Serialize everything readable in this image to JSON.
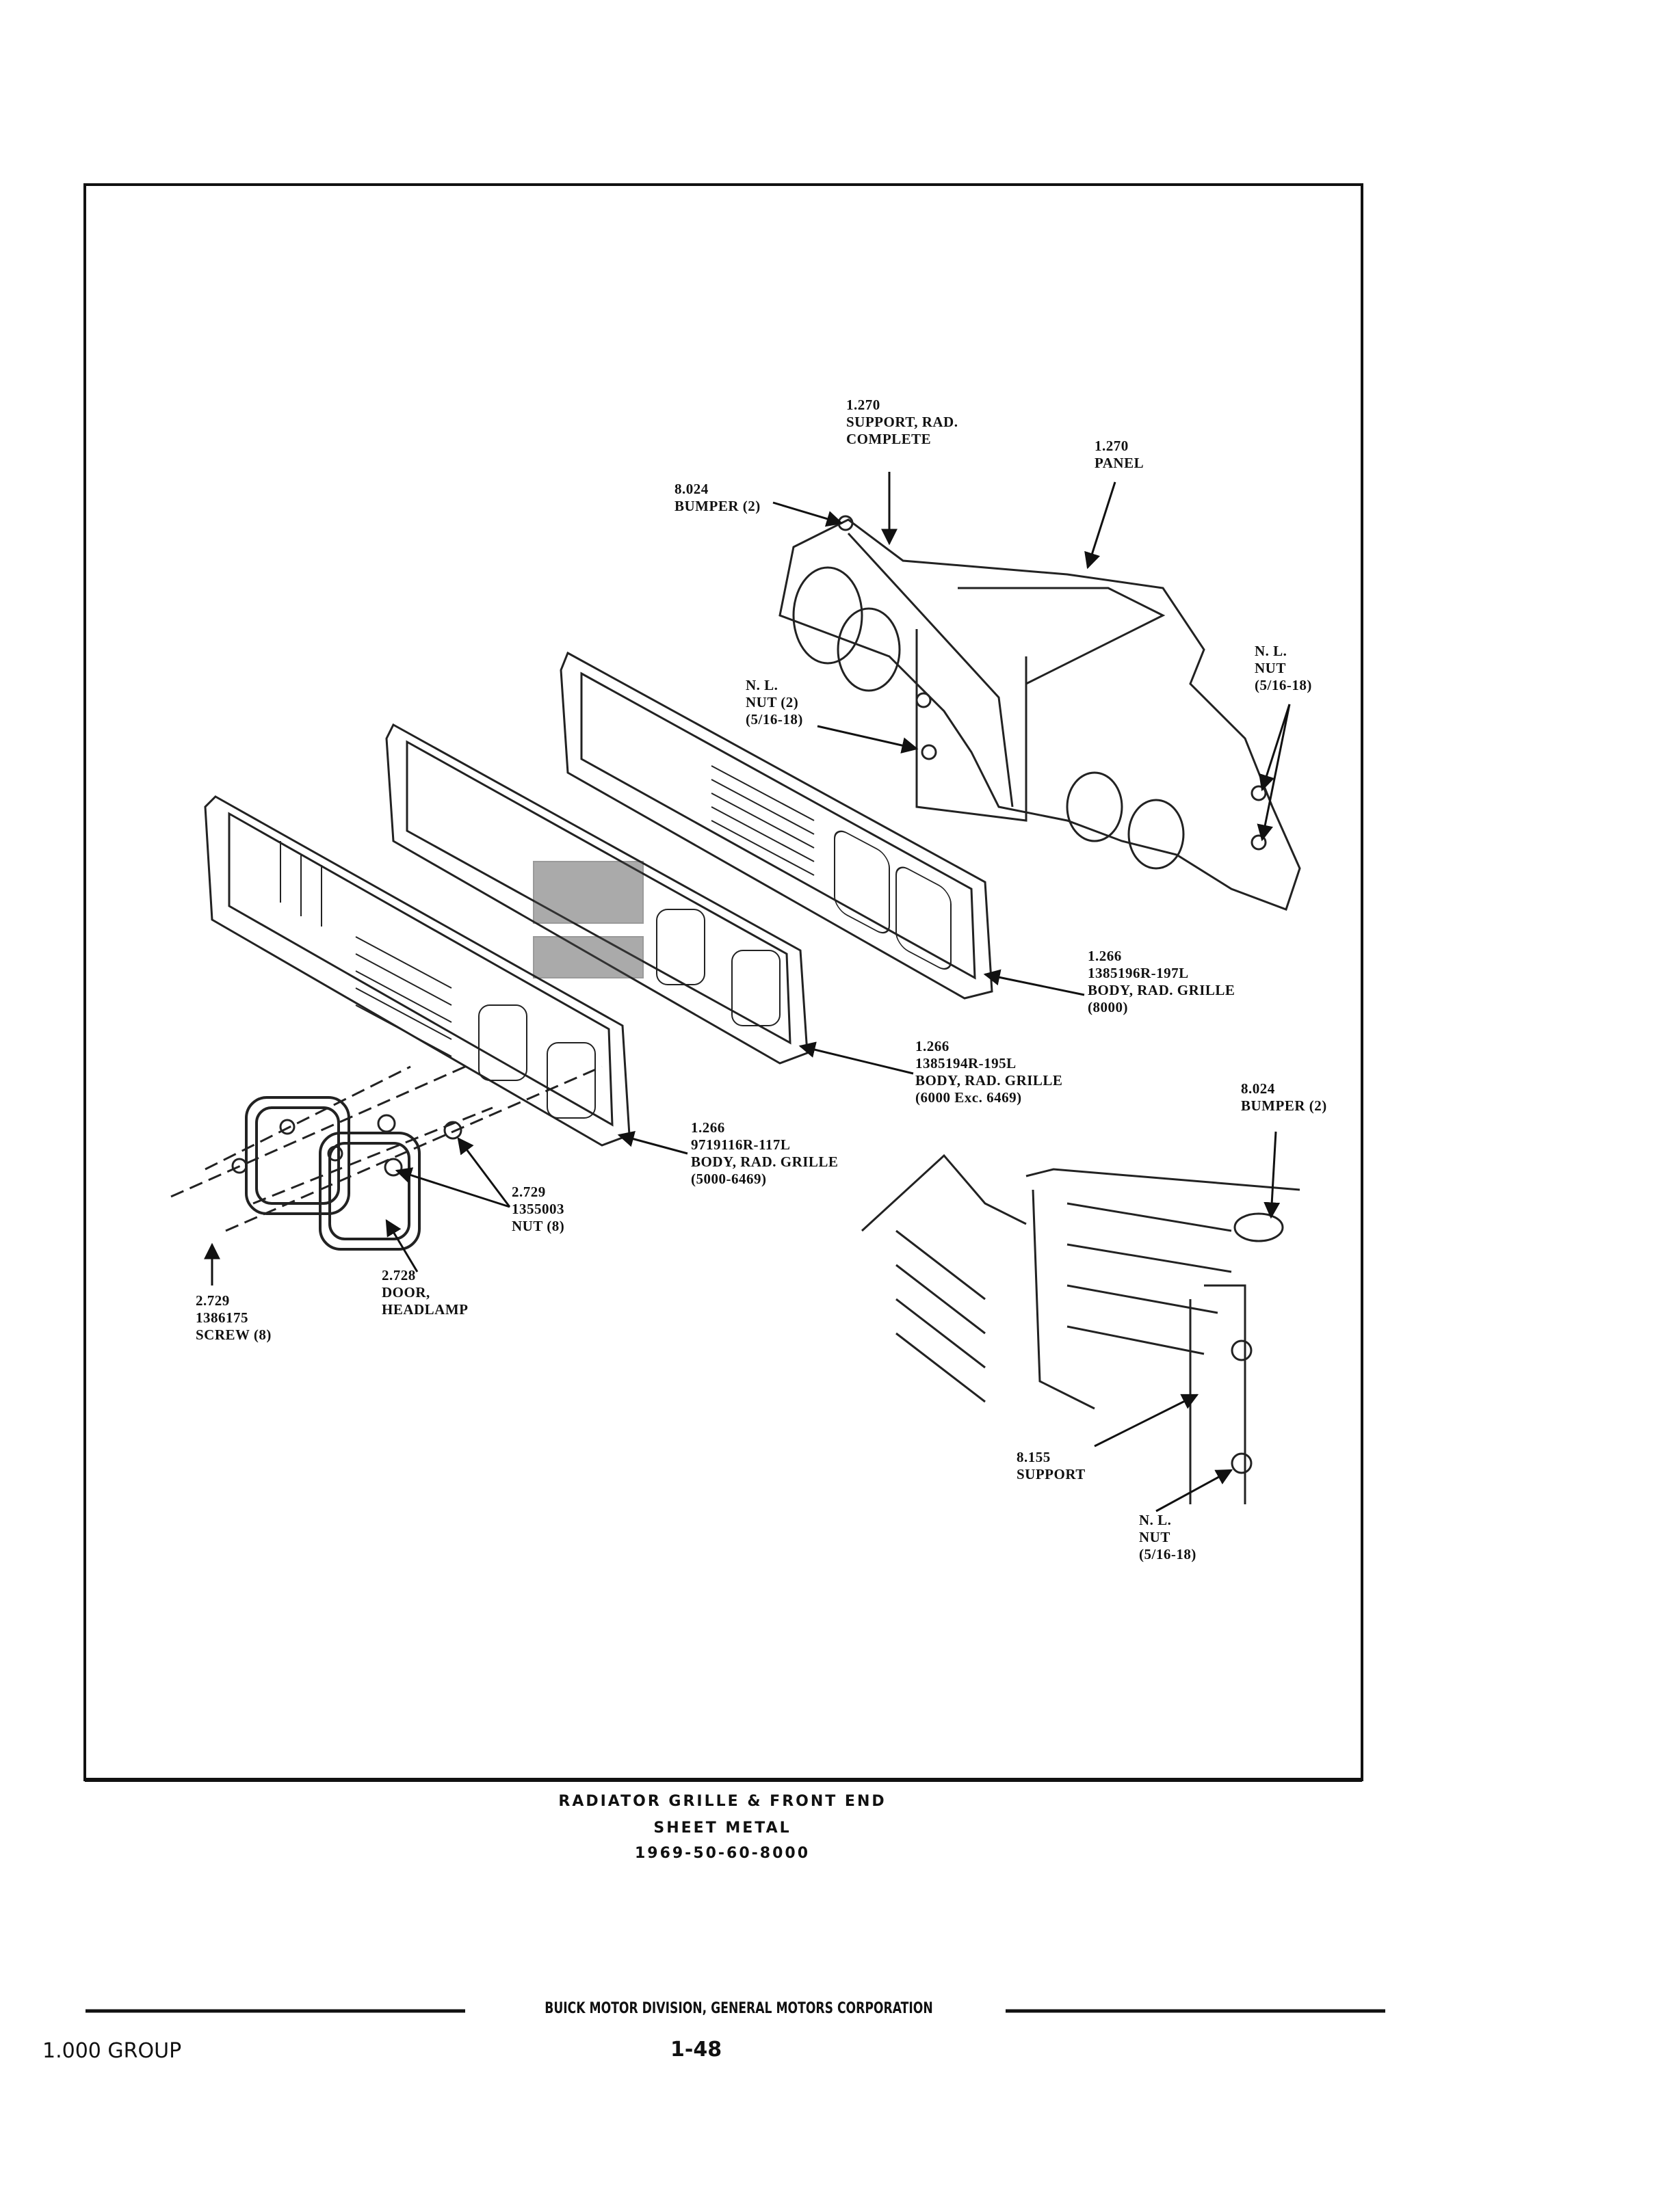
{
  "callouts": {
    "support_rad": {
      "ref": "1.270",
      "l1": "SUPPORT, RAD.",
      "l2": "COMPLETE"
    },
    "panel": {
      "ref": "1.270",
      "l1": "PANEL"
    },
    "bumper_top": {
      "ref": "8.024",
      "l1": "BUMPER (2)"
    },
    "nut_center": {
      "l0": "N. L.",
      "l1": "NUT (2)",
      "l2": "(5/16-18)"
    },
    "nut_right": {
      "l0": "N. L.",
      "l1": "NUT",
      "l2": "(5/16-18)"
    },
    "grille_8000": {
      "ref": "1.266",
      "part": "1385196R-197L",
      "l1": "BODY, RAD. GRILLE",
      "l2": "(8000)"
    },
    "grille_6000": {
      "ref": "1.266",
      "part": "1385194R-195L",
      "l1": "BODY, RAD. GRILLE",
      "l2": "(6000 Exc. 6469)"
    },
    "bumper_inset": {
      "ref": "8.024",
      "l1": "BUMPER (2)"
    },
    "grille_5000": {
      "ref": "1.266",
      "part": "9719116R-117L",
      "l1": "BODY, RAD. GRILLE",
      "l2": "(5000-6469)"
    },
    "nut_8": {
      "ref": "2.729",
      "part": "1355003",
      "l1": "NUT (8)"
    },
    "door_headlamp": {
      "ref": "2.728",
      "l1": "DOOR,",
      "l2": "HEADLAMP"
    },
    "screw_8": {
      "ref": "2.729",
      "part": "1386175",
      "l1": "SCREW (8)"
    },
    "support_inset": {
      "ref": "8.155",
      "l1": "SUPPORT"
    },
    "nut_inset": {
      "l0": "N. L.",
      "l1": "NUT",
      "l2": "(5/16-18)"
    }
  },
  "caption": {
    "line1": "RADIATOR GRILLE & FRONT END",
    "line2": "SHEET METAL",
    "line3": "1969-50-60-8000"
  },
  "footer": {
    "publisher": "BUICK MOTOR DIVISION, GENERAL MOTORS CORPORATION",
    "group": "1.000 GROUP",
    "page": "1-48"
  }
}
